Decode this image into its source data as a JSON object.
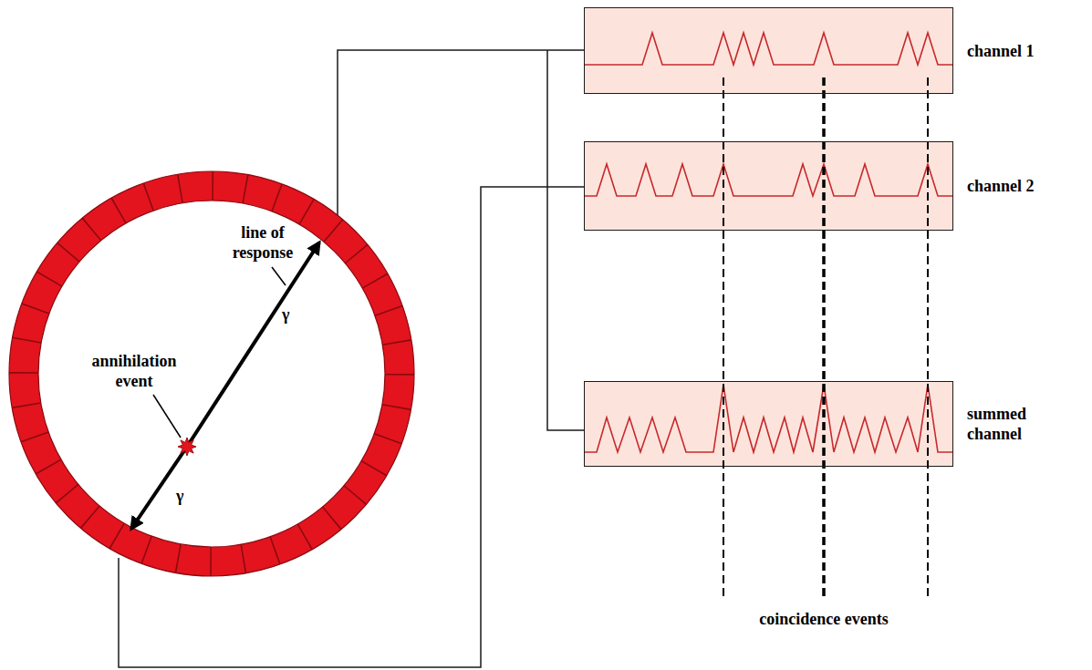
{
  "diagram": {
    "nodes": [
      {
        "text": [
          "channel 1"
        ]
      },
      {
        "text": [
          "channel 2"
        ]
      },
      {
        "text": [
          "summed channel"
        ]
      }
    ],
    "labels": [
      "line of response",
      "annihilation event",
      "γ",
      "γ",
      "coincidence events"
    ]
  }
}
